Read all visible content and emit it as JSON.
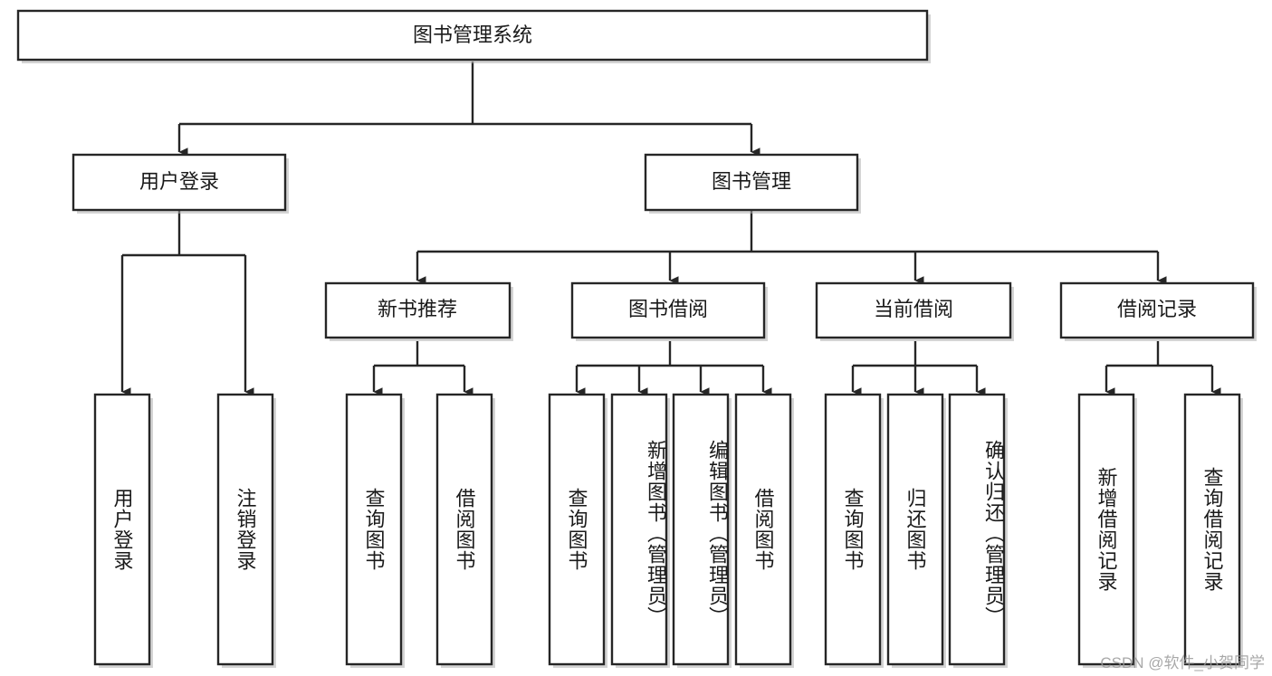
{
  "diagram": {
    "type": "tree-hierarchy",
    "title": "图书管理系统",
    "orientation": "top-down",
    "colors": {
      "box_stroke": "#262626",
      "box_fill": "#ffffff",
      "text": "#1a1a1a",
      "background": "#ffffff",
      "watermark": "#9a9a9a"
    },
    "root": {
      "label": "图书管理系统"
    },
    "level2": [
      {
        "id": "user-login",
        "label": "用户登录"
      },
      {
        "id": "book-management",
        "label": "图书管理"
      }
    ],
    "level3": [
      {
        "id": "new-book-recommend",
        "label": "新书推荐",
        "parent": "book-management"
      },
      {
        "id": "book-borrow",
        "label": "图书借阅",
        "parent": "book-management"
      },
      {
        "id": "current-borrow",
        "label": "当前借阅",
        "parent": "book-management"
      },
      {
        "id": "borrow-record",
        "label": "借阅记录",
        "parent": "book-management"
      }
    ],
    "leaves": [
      {
        "id": "leaf-user-login",
        "label": "用户登录",
        "parent": "user-login"
      },
      {
        "id": "leaf-user-logout",
        "label": "注销登录",
        "parent": "user-login"
      },
      {
        "id": "leaf-query-book-1",
        "label": "查询图书",
        "parent": "new-book-recommend"
      },
      {
        "id": "leaf-borrow-book-1",
        "label": "借阅图书",
        "parent": "new-book-recommend"
      },
      {
        "id": "leaf-query-book-2",
        "label": "查询图书",
        "parent": "book-borrow"
      },
      {
        "id": "leaf-add-book",
        "label": "新增图书（管理员）",
        "parent": "book-borrow"
      },
      {
        "id": "leaf-edit-book",
        "label": "编辑图书（管理员）",
        "parent": "book-borrow"
      },
      {
        "id": "leaf-borrow-book-2",
        "label": "借阅图书",
        "parent": "book-borrow"
      },
      {
        "id": "leaf-query-book-3",
        "label": "查询图书",
        "parent": "current-borrow"
      },
      {
        "id": "leaf-return-book",
        "label": "归还图书",
        "parent": "current-borrow"
      },
      {
        "id": "leaf-confirm-return",
        "label": "确认归还（管理员）",
        "parent": "current-borrow"
      },
      {
        "id": "leaf-add-record",
        "label": "新增借阅记录",
        "parent": "borrow-record"
      },
      {
        "id": "leaf-query-record",
        "label": "查询借阅记录",
        "parent": "borrow-record"
      }
    ]
  },
  "watermark": {
    "text": "CSDN @软件_小贺同学"
  }
}
